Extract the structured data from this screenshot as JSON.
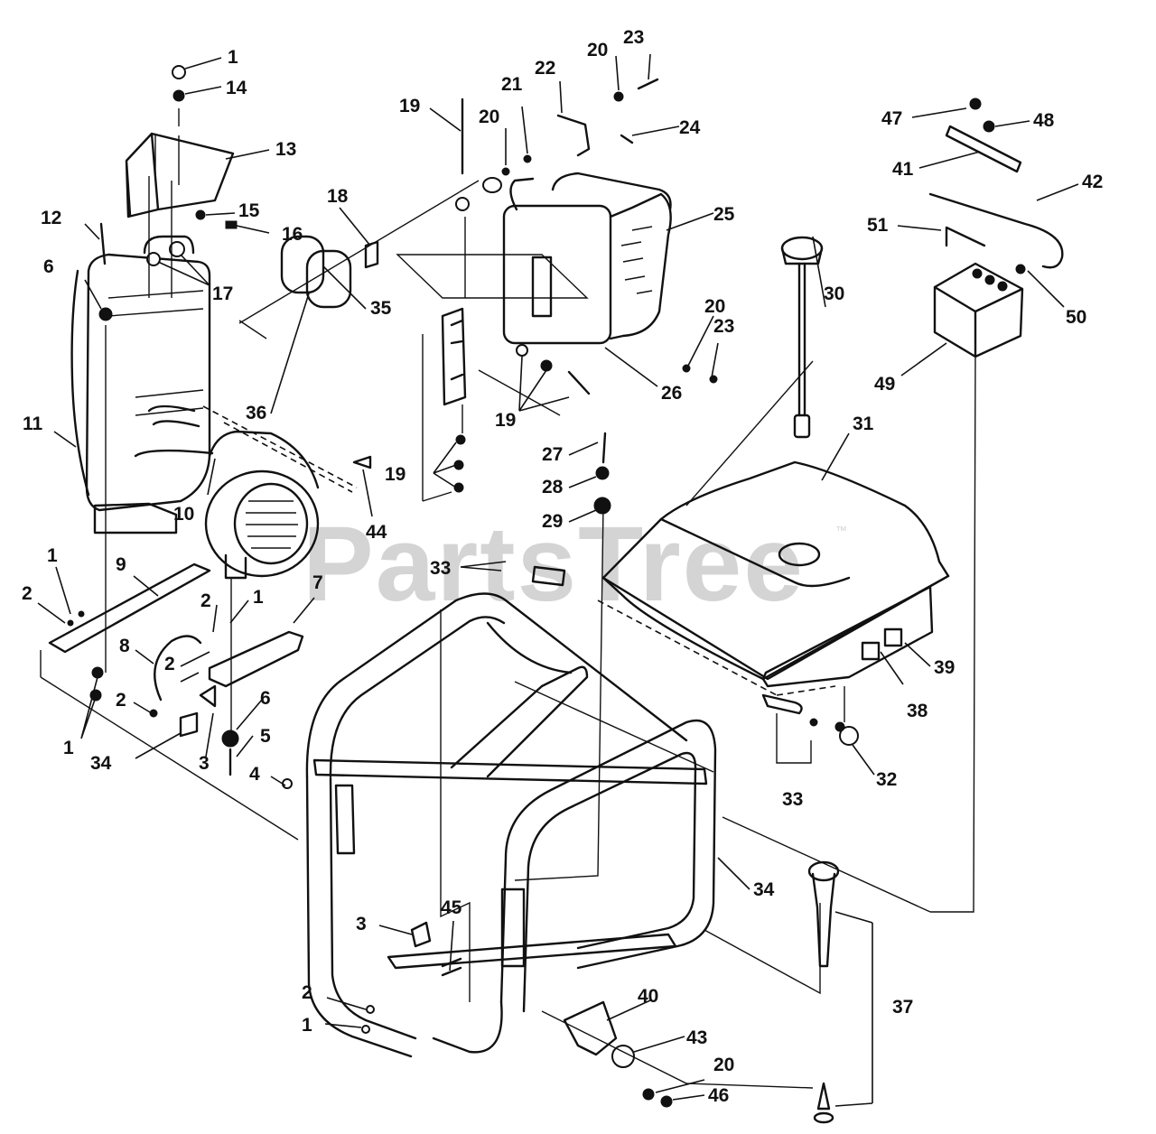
{
  "watermark": {
    "text": "PartsTree",
    "tm": "™"
  },
  "callouts": [
    "1",
    "14",
    "13",
    "15",
    "16",
    "17",
    "12",
    "6",
    "11",
    "10",
    "9",
    "1",
    "2",
    "2",
    "1",
    "7",
    "8",
    "2",
    "2",
    "1",
    "34",
    "3",
    "6",
    "5",
    "4",
    "18",
    "35",
    "36",
    "44",
    "19",
    "19",
    "19",
    "20",
    "21",
    "22",
    "20",
    "23",
    "24",
    "25",
    "20",
    "23",
    "26",
    "27",
    "28",
    "29",
    "33",
    "30",
    "31",
    "32",
    "33",
    "38",
    "39",
    "47",
    "48",
    "41",
    "42",
    "51",
    "49",
    "50",
    "34",
    "3",
    "45",
    "2",
    "1",
    "40",
    "43",
    "20",
    "46",
    "37"
  ]
}
